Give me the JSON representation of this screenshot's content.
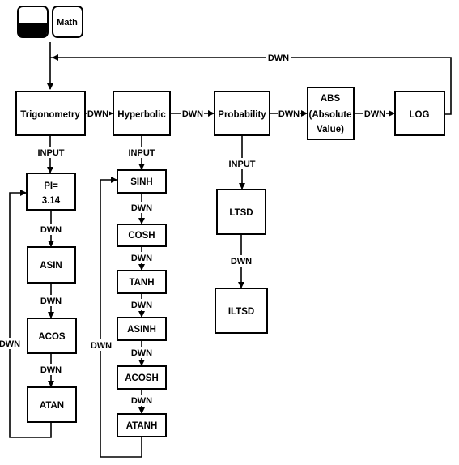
{
  "keys": {
    "shift_key": "",
    "math_key": "Math"
  },
  "nodes": {
    "trig": "Trigonometry",
    "hyper": "Hyperbolic",
    "prob": "Probability",
    "abs_1": "ABS",
    "abs_2": "(Absolute",
    "abs_3": "Value)",
    "log": "LOG",
    "pi_1": "PI=",
    "pi_2": "3.14",
    "asin": "ASIN",
    "acos": "ACOS",
    "atan": "ATAN",
    "sinh": "SINH",
    "cosh": "COSH",
    "tanh": "TANH",
    "asinh": "ASINH",
    "acosh": "ACOSH",
    "atanh": "ATANH",
    "ltsd": "LTSD",
    "iltsd": "ILTSD"
  },
  "edges": {
    "dwn": "DWN",
    "input": "INPUT"
  }
}
